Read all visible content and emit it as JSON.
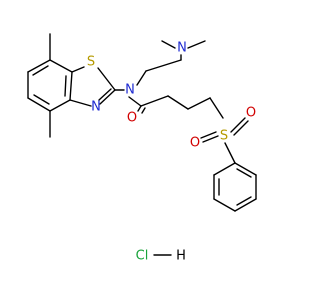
{
  "diagram": {
    "atoms": {
      "n_dimethylamino": "N",
      "n_amide": "N",
      "n_thiazole": "N",
      "s_thiazole": "S",
      "s_sulfonyl": "S",
      "o_amide": "O",
      "o_sulfonyl_left": "O",
      "o_sulfonyl_right": "O",
      "cl": "Cl",
      "h": "H"
    },
    "colors": {
      "nitrogen": "#1f2bd1",
      "oxygen": "#d10000",
      "sulfur": "#b59a00",
      "chlorine": "#18a33a",
      "bond": "#000000"
    }
  }
}
